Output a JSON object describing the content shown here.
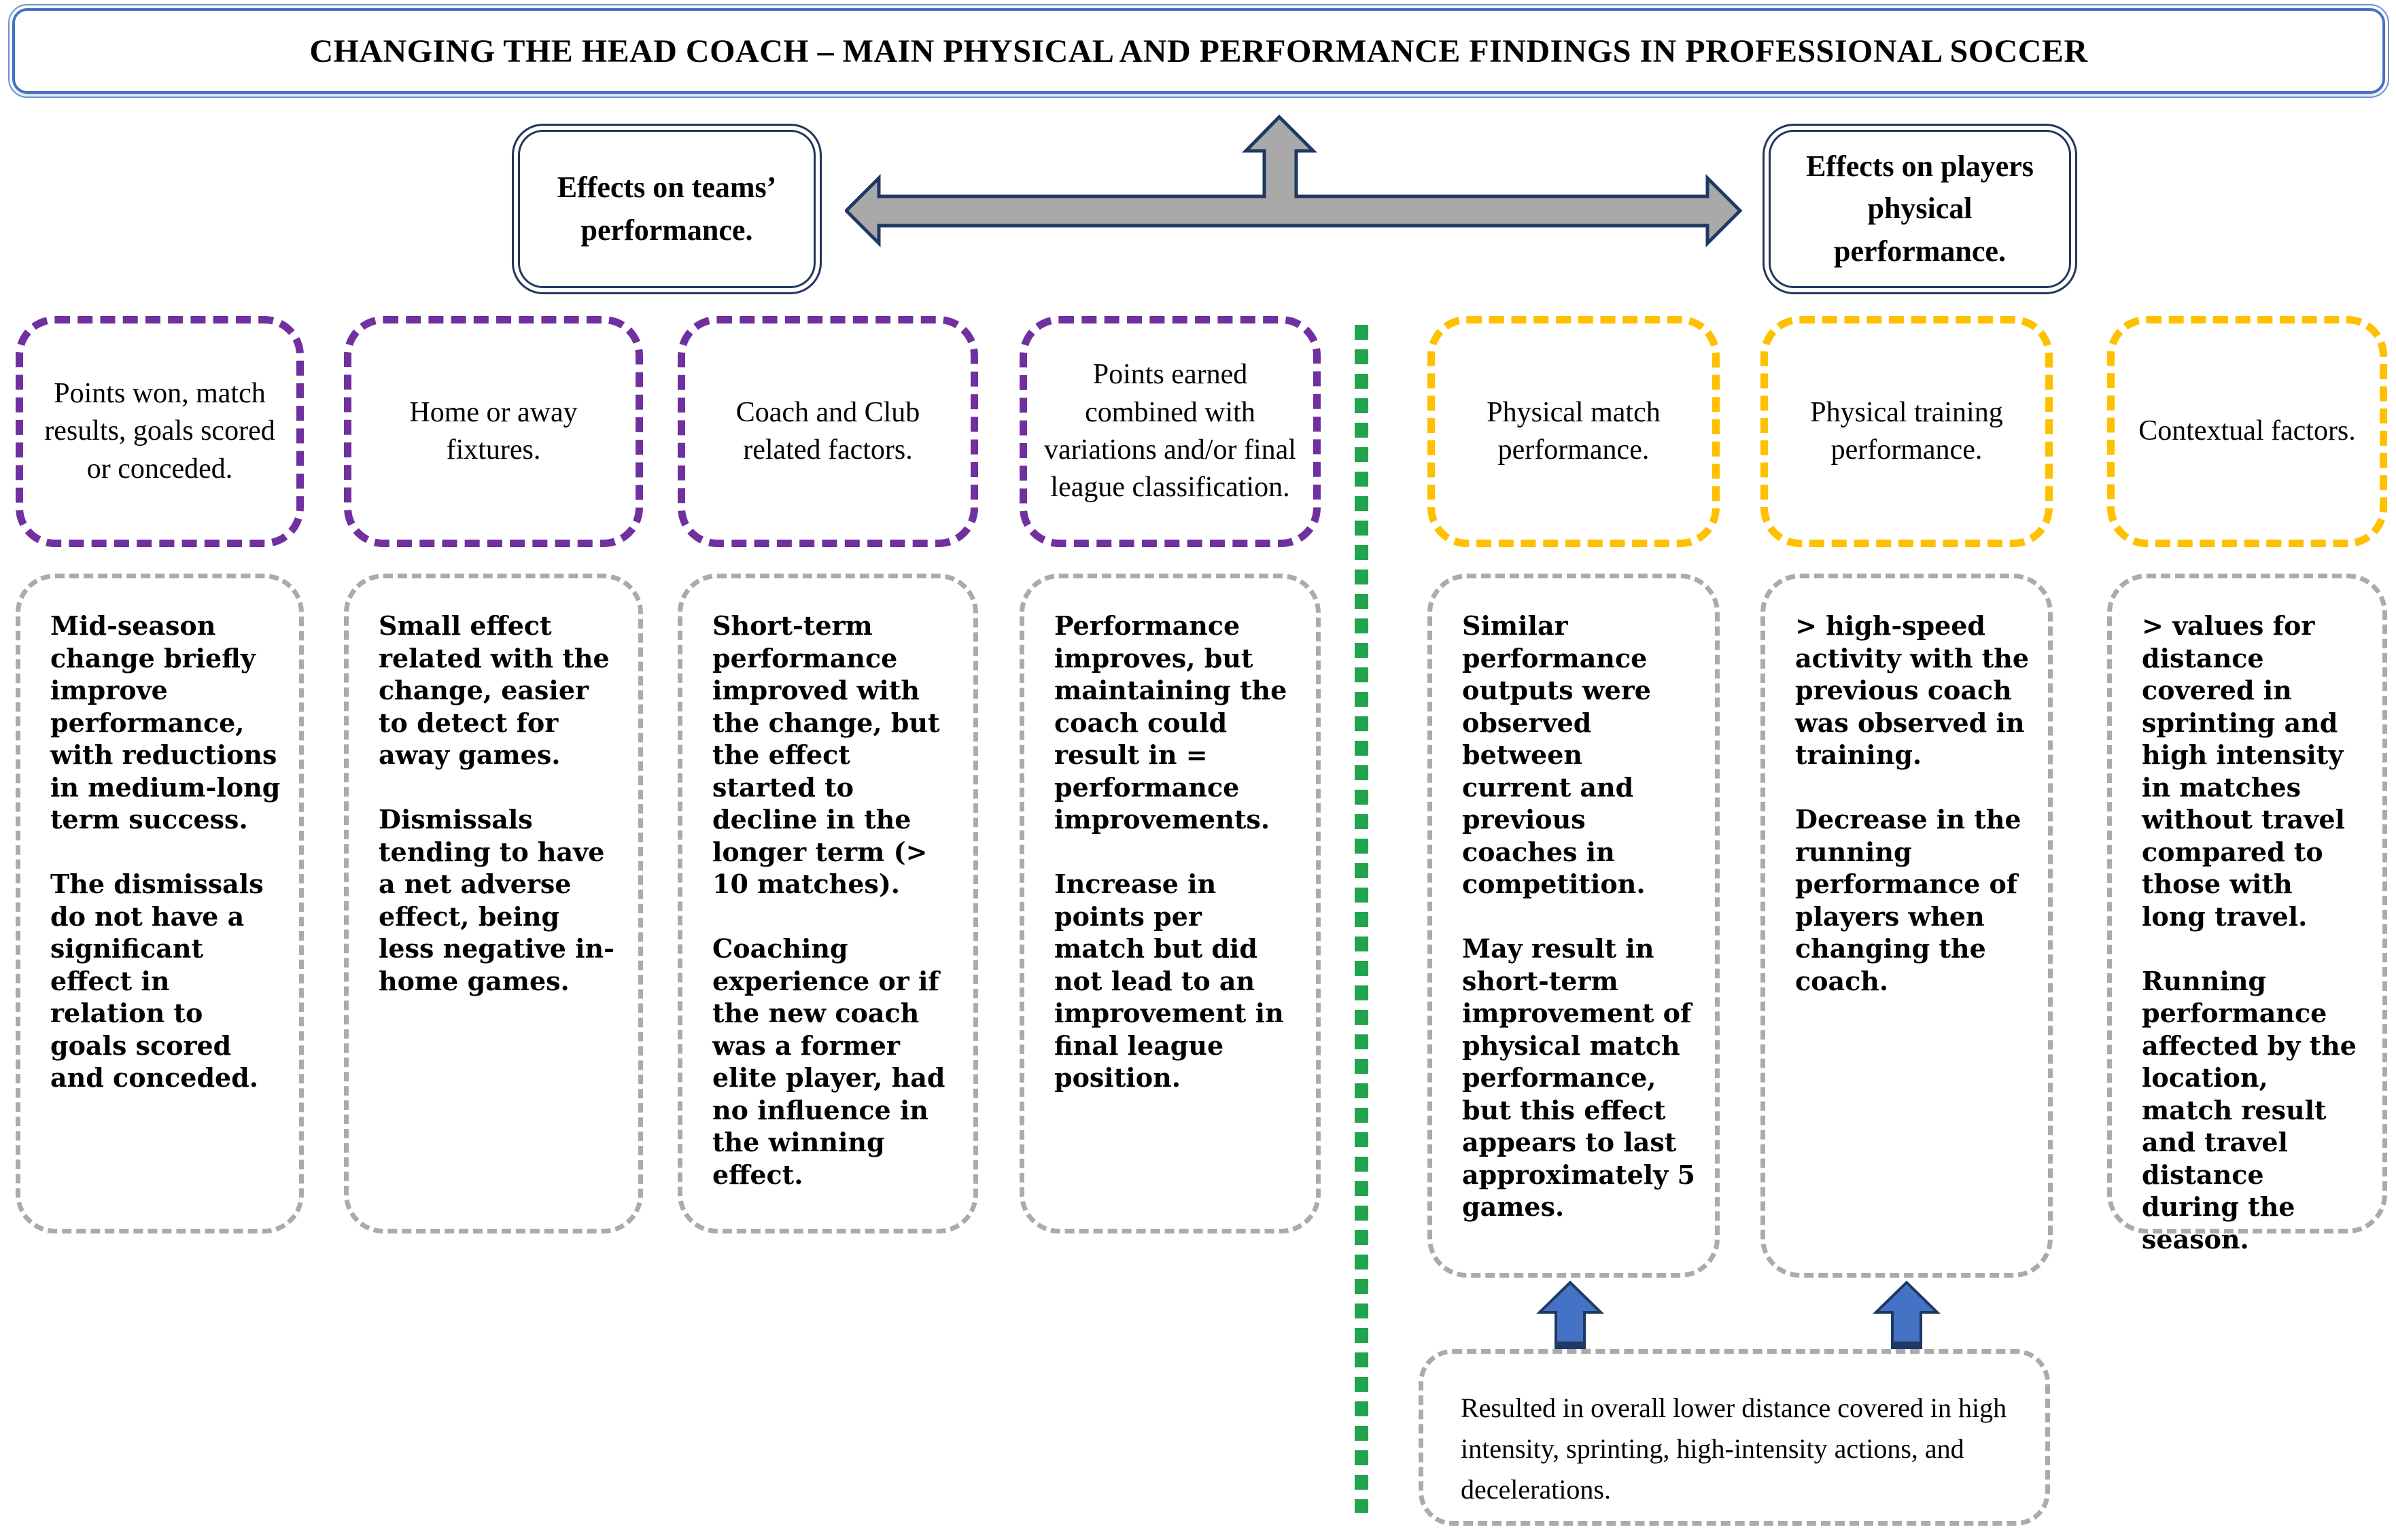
{
  "title": "CHANGING THE HEAD COACH – MAIN PHYSICAL AND PERFORMANCE FINDINGS IN PROFESSIONAL SOCCER",
  "branches": {
    "left": {
      "label": "Effects on teams’ performance."
    },
    "right": {
      "label": "Effects on players physical performance."
    }
  },
  "columns": [
    {
      "header": "Points won, match results, goals scored or conceded.",
      "body": "Mid-season change briefly improve performance, with reductions in medium-long term success.\n\nThe dismissals do not have a significant effect in relation to goals scored and conceded."
    },
    {
      "header": "Home or away fixtures.",
      "body": "Small effect related with the change, easier to detect for away games.\n\nDismissals tending to have a net adverse effect, being less negative in-home games."
    },
    {
      "header": "Coach and Club related factors.",
      "body": "Short-term performance improved with the change, but the effect started to decline in the longer term (> 10 matches).\n\nCoaching experience or if the new coach was a former elite player, had no influence in the winning effect."
    },
    {
      "header": "Points earned combined with variations and/or final league classification.",
      "body": "Performance improves, but maintaining the coach could result in = performance improvements.\n\nIncrease in points per match but did not lead to an improvement in final league position."
    },
    {
      "header": "Physical match performance.",
      "body": "Similar performance outputs were observed between current and previous coaches in competition.\n\nMay result in short-term improvement of physical match performance, but this effect appears to last approximately 5 games."
    },
    {
      "header": "Physical training performance.",
      "body": "> high-speed activity with the previous coach was observed in training.\n\nDecrease in the running performance of players when changing the coach."
    },
    {
      "header": "Contextual factors.",
      "body": "> values for distance covered in sprinting and high intensity in matches without travel compared to those with long travel.\n\nRunning performance affected by the location, match result and travel distance during the season."
    }
  ],
  "summary_note": "Resulted in overall lower distance covered in high intensity, sprinting, high-intensity actions, and decelerations.",
  "colors": {
    "team_category_border": "#7030A0",
    "player_category_border": "#FFC000",
    "finding_border": "#ABABAB",
    "divider_green": "#21A44D",
    "arrow_gray_fill": "#A9A9A9",
    "arrow_navy_outline": "#1F3864",
    "impact_arrow_blue": "#4472C4",
    "banner_blue": "#4472C4"
  }
}
